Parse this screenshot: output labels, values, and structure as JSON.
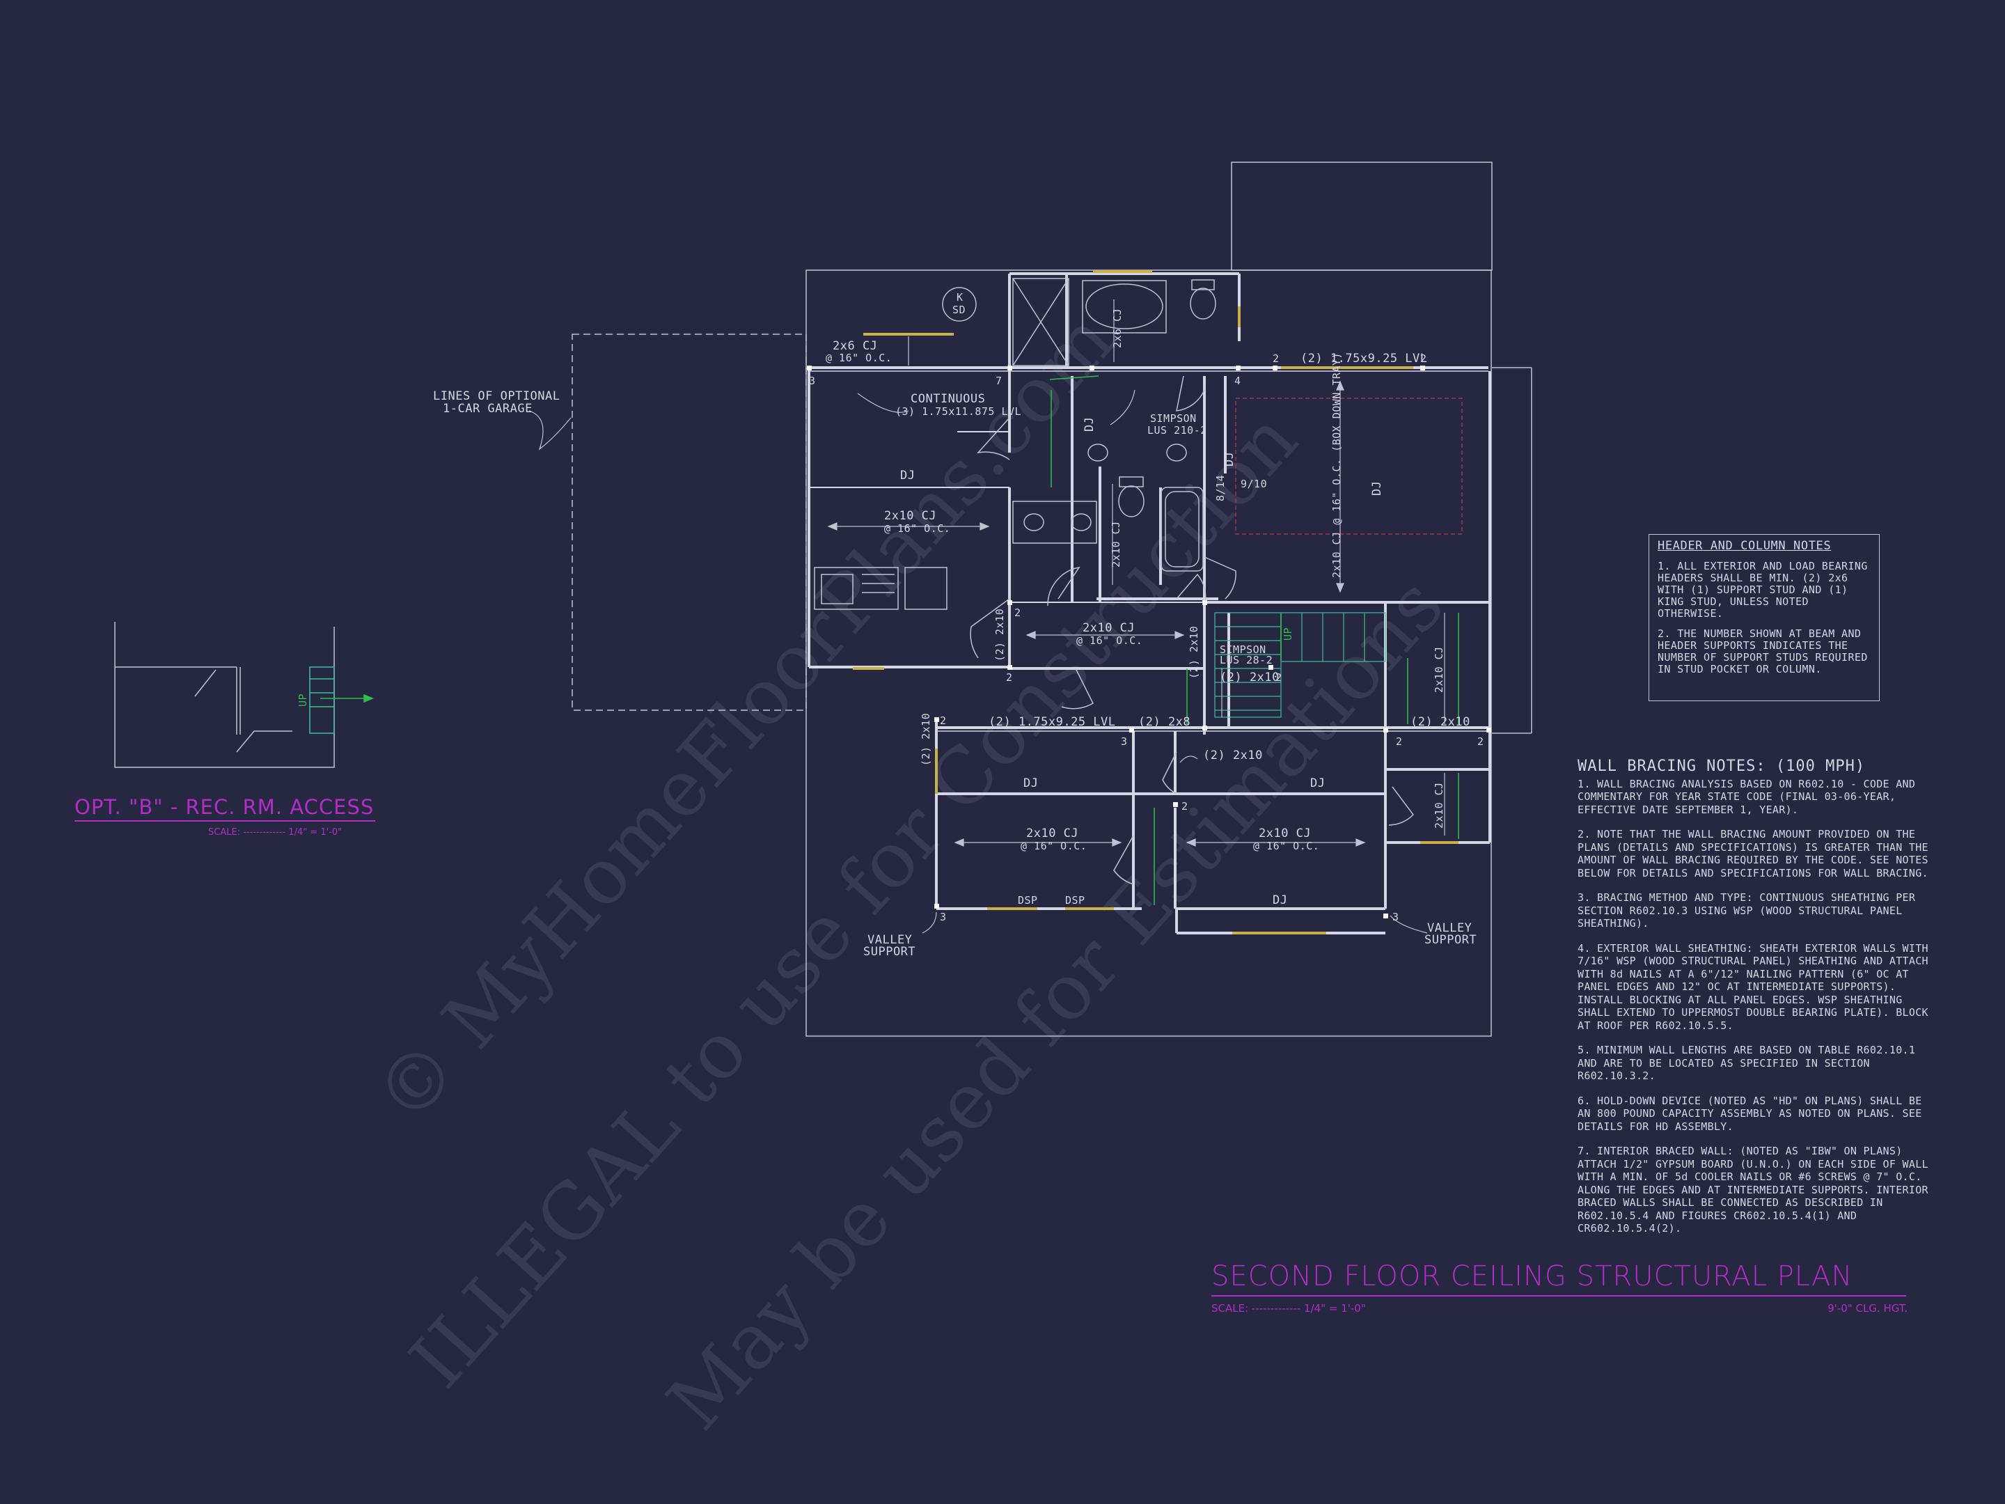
{
  "title": {
    "main": "SECOND FLOOR CEILING STRUCTURAL PLAN",
    "scale": "SCALE: ------------- 1/4\" = 1'-0\"",
    "ceiling_height": "9'-0\" CLG. HGT."
  },
  "option_detail": {
    "title": "OPT. \"B\" - REC. RM. ACCESS",
    "scale": "SCALE: ------------- 1/4\" = 1'-0\""
  },
  "header_notes": {
    "title": "HEADER AND COLUMN NOTES",
    "note1": "1. ALL EXTERIOR AND LOAD BEARING HEADERS SHALL BE MIN. (2) 2x6 WITH (1) SUPPORT STUD AND (1) KING STUD, UNLESS NOTED OTHERWISE.",
    "note2": "2. THE NUMBER SHOWN AT BEAM AND HEADER SUPPORTS INDICATES THE NUMBER OF SUPPORT STUDS REQUIRED IN STUD POCKET OR COLUMN."
  },
  "wall_bracing": {
    "title": "WALL BRACING NOTES: (100 MPH)",
    "n1": "1. WALL BRACING ANALYSIS BASED ON R602.10 - CODE AND COMMENTARY FOR YEAR STATE CODE (FINAL 03-06-YEAR, EFFECTIVE DATE SEPTEMBER 1, YEAR).",
    "n2": "2. NOTE THAT THE WALL BRACING AMOUNT PROVIDED ON THE PLANS (DETAILS AND SPECIFICATIONS) IS GREATER THAN THE AMOUNT OF WALL BRACING REQUIRED BY THE CODE. SEE NOTES BELOW FOR DETAILS AND SPECIFICATIONS FOR WALL BRACING.",
    "n3": "3. BRACING METHOD AND TYPE: CONTINUOUS SHEATHING PER SECTION R602.10.3 USING WSP (WOOD STRUCTURAL PANEL SHEATHING).",
    "n4": "4. EXTERIOR WALL SHEATHING: SHEATH EXTERIOR WALLS WITH 7/16\" WSP (WOOD STRUCTURAL PANEL) SHEATHING AND ATTACH WITH 8d NAILS AT A 6\"/12\" NAILING PATTERN (6\" OC AT PANEL EDGES AND 12\" OC AT INTERMEDIATE SUPPORTS). INSTALL BLOCKING AT ALL PANEL EDGES. WSP SHEATHING SHALL EXTEND TO UPPERMOST DOUBLE BEARING PLATE). BLOCK AT ROOF PER R602.10.5.5.",
    "n5": "5. MINIMUM WALL LENGTHS ARE BASED ON TABLE R602.10.1 AND ARE TO BE LOCATED AS SPECIFIED IN SECTION R602.10.3.2.",
    "n6": "6. HOLD-DOWN DEVICE (NOTED AS \"HD\" ON PLANS) SHALL BE AN 800 POUND CAPACITY ASSEMBLY AS NOTED ON PLANS. SEE DETAILS FOR HD ASSEMBLY.",
    "n7": "7. INTERIOR BRACED WALL: (NOTED AS \"IBW\" ON PLANS) ATTACH 1/2\" GYPSUM BOARD (U.N.O.) ON EACH SIDE OF WALL WITH A MIN. OF 5d COOLER NAILS OR #6 SCREWS @ 7\" O.C. ALONG THE EDGES AND AT INTERMEDIATE SUPPORTS. INTERIOR BRACED WALLS SHALL BE CONNECTED AS DESCRIBED IN R602.10.5.4 AND FIGURES CR602.10.5.4(1) AND CR602.10.5.4(2)."
  },
  "labels": {
    "optional_garage_1": "LINES OF OPTIONAL",
    "optional_garage_2": "1-CAR GARAGE",
    "cj_2x6": "2x6 CJ",
    "oc_16": "@ 16\" O.C.",
    "continuous_1": "CONTINUOUS",
    "continuous_2": "(3) 1.75x11.875 LVL",
    "dj": "DJ",
    "cj_2x10": "2x10 CJ",
    "lvl_top": "(2) 1.75x9.25 LVL",
    "simpson_1": "SIMPSON",
    "simpson_2": "LUS 210-2",
    "simpson_b1": "SIMPSON",
    "simpson_b2": "LUS 28-2",
    "tray": "2x10 CJ @ 16\" O.C. (BOX DOWN TRAY)",
    "ks_k": "K",
    "ks_sd": "SD",
    "lvl_mid": "(2) 1.75x9.25 LVL",
    "two_2x8": "(2) 2x8",
    "two_2x10": "(2) 2x10",
    "valley_1": "VALLEY",
    "valley_2": "SUPPORT",
    "dsp": "DSP",
    "h_910": "9/10",
    "h_814": "8/14",
    "up": "UP",
    "n2": "2",
    "n3": "3",
    "n4": "4",
    "n7": "7"
  },
  "watermark": {
    "line1": "© MyHomeFloorPlans.com",
    "line2": "ILLEGAL to use for Construction",
    "line3": "May be used for Estimations"
  }
}
